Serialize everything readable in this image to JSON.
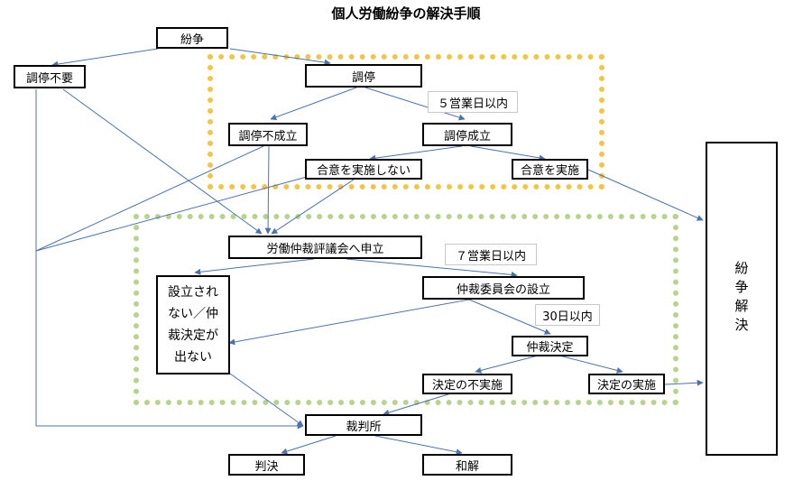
{
  "title": "個人労働紛争の解決手順",
  "nodes": {
    "funso": "紛争",
    "chotei_fuyo": "調停不要",
    "chotei": "調停",
    "chotei_fuseiritsu": "調停不成立",
    "chotei_seiritsu": "調停成立",
    "goi_fujisshi": "合意を実施しない",
    "goi_jisshi": "合意を実施",
    "moushitate": "労働仲裁評議会へ申立",
    "iinkai_setsuritsu": "仲裁委員会の設立",
    "setsuritsu_nai_lines": [
      "設立され",
      "ない／仲",
      "裁決定が",
      "出ない"
    ],
    "chusai_kettei": "仲裁決定",
    "kettei_fujisshi": "決定の不実施",
    "kettei_jisshi": "決定の実施",
    "saibansho": "裁判所",
    "hanketsu": "判決",
    "wakai": "和解",
    "funso_kaiketsu": "紛争解決"
  },
  "notes": {
    "days5": "５営業日以内",
    "days7": "７営業日以内",
    "days30": "30日以内"
  },
  "colors": {
    "arrow": "#4a72b0",
    "yellow_border": "#f4c542",
    "green_border": "#b6d48a"
  }
}
